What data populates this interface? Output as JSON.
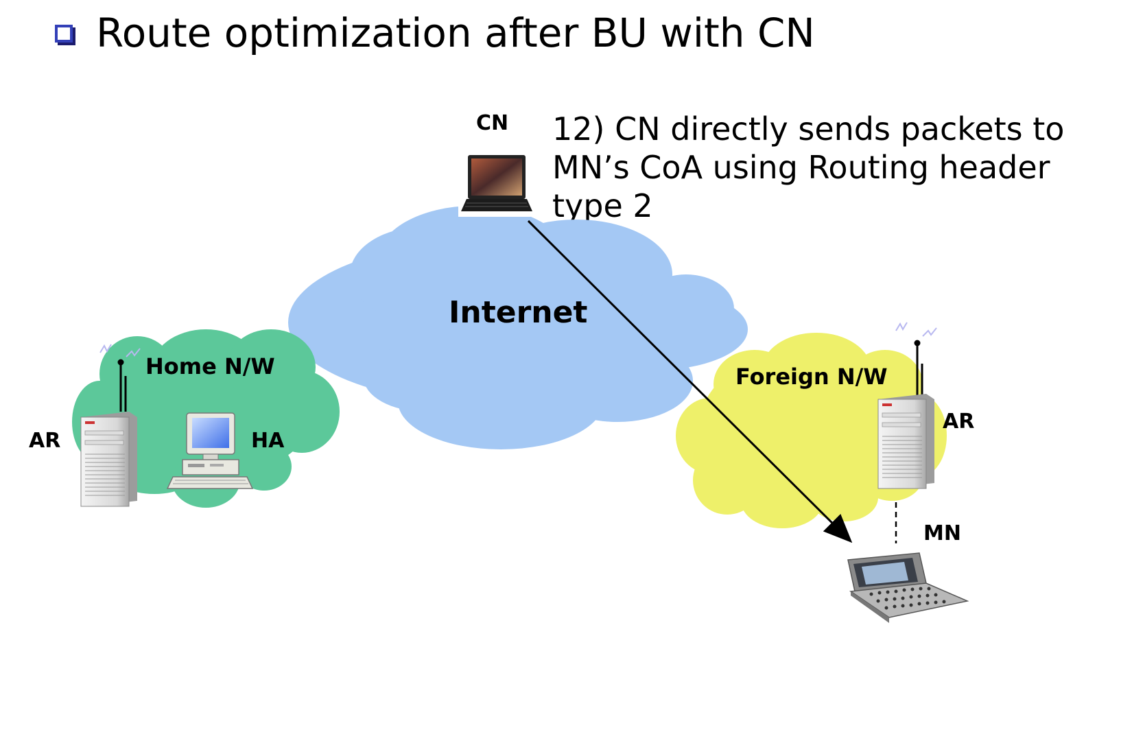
{
  "slide": {
    "title": "Route optimization after BU with CN",
    "step_lines": [
      "12) CN directly sends packets to",
      "MN’s CoA using Routing header",
      "type 2"
    ]
  },
  "nodes": {
    "cn": "CN",
    "internet": "Internet",
    "home_network": "Home N/W",
    "home_ar": "AR",
    "ha": "HA",
    "foreign_network": "Foreign N/W",
    "foreign_ar": "AR",
    "mn": "MN"
  },
  "colors": {
    "bullet": "#3340b8",
    "internet_cloud": "#a4c8f4",
    "home_cloud": "#5cc89a",
    "foreign_cloud": "#eef06a",
    "arrow": "#000000"
  },
  "icons": {
    "cn": "laptop-icon",
    "ha": "desktop-computer-icon",
    "ar": "server-tower-icon",
    "mn": "mobile-communicator-icon",
    "antenna": "antenna-icon"
  }
}
